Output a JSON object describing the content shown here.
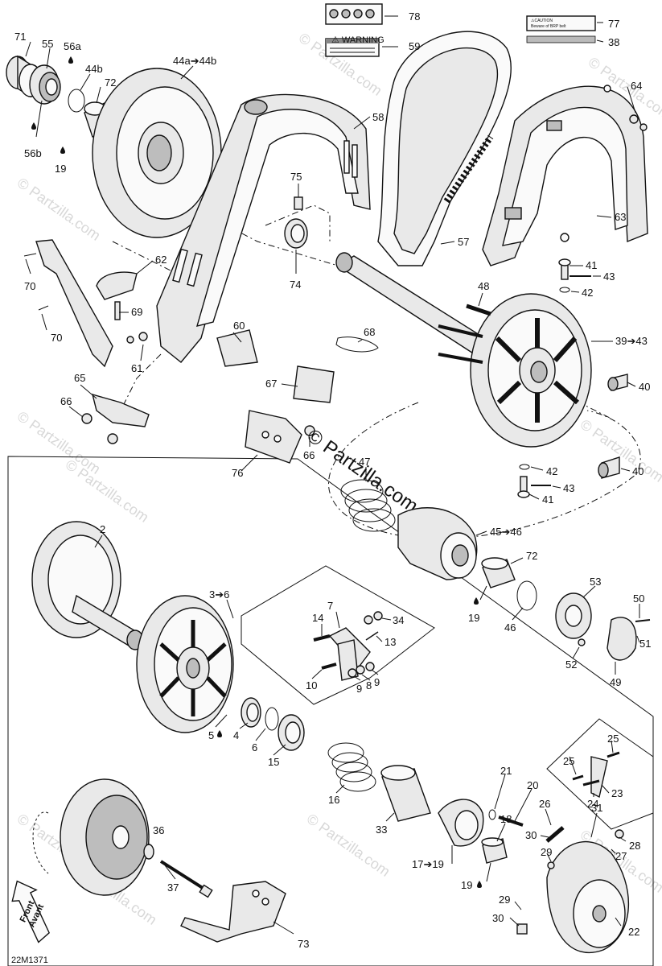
{
  "diagram": {
    "code": "22M1371",
    "watermark_main": "© Partzilla.com",
    "watermark_small": "© Partzilla.com",
    "front_arrow": {
      "line1": "Front",
      "line2": "Avant"
    },
    "decal_text": {
      "warning_title": "⚠ WARNING",
      "caution_title": "⚠CAUTION",
      "caution_sub": "Beware of BRP belt"
    },
    "callouts": [
      {
        "id": "c71",
        "label": "71"
      },
      {
        "id": "c55",
        "label": "55"
      },
      {
        "id": "c56a",
        "label": "56a"
      },
      {
        "id": "c44b",
        "label": "44b"
      },
      {
        "id": "c72a",
        "label": "72"
      },
      {
        "id": "c56b",
        "label": "56b"
      },
      {
        "id": "c19a",
        "label": "19"
      },
      {
        "id": "c44",
        "label": "44a➔44b"
      },
      {
        "id": "c78",
        "label": "78"
      },
      {
        "id": "c59",
        "label": "59"
      },
      {
        "id": "c77",
        "label": "77"
      },
      {
        "id": "c38",
        "label": "38"
      },
      {
        "id": "c64",
        "label": "64"
      },
      {
        "id": "c58",
        "label": "58"
      },
      {
        "id": "c75",
        "label": "75"
      },
      {
        "id": "c63",
        "label": "63"
      },
      {
        "id": "c57",
        "label": "57"
      },
      {
        "id": "c62",
        "label": "62"
      },
      {
        "id": "c70a",
        "label": "70"
      },
      {
        "id": "c70b",
        "label": "70"
      },
      {
        "id": "c69",
        "label": "69"
      },
      {
        "id": "c74",
        "label": "74"
      },
      {
        "id": "c41a",
        "label": "41"
      },
      {
        "id": "c43a",
        "label": "43"
      },
      {
        "id": "c42a",
        "label": "42"
      },
      {
        "id": "c48",
        "label": "48"
      },
      {
        "id": "c60",
        "label": "60"
      },
      {
        "id": "c61",
        "label": "61"
      },
      {
        "id": "c68",
        "label": "68"
      },
      {
        "id": "c39",
        "label": "39➔43"
      },
      {
        "id": "c40a",
        "label": "40"
      },
      {
        "id": "c65",
        "label": "65"
      },
      {
        "id": "c67",
        "label": "67"
      },
      {
        "id": "c66a",
        "label": "66"
      },
      {
        "id": "c66b",
        "label": "66"
      },
      {
        "id": "c76",
        "label": "76"
      },
      {
        "id": "c47",
        "label": "47"
      },
      {
        "id": "c42b",
        "label": "42"
      },
      {
        "id": "c40b",
        "label": "40"
      },
      {
        "id": "c43b",
        "label": "43"
      },
      {
        "id": "c41b",
        "label": "41"
      },
      {
        "id": "c2",
        "label": "2"
      },
      {
        "id": "c45",
        "label": "45➔46"
      },
      {
        "id": "c72b",
        "label": "72"
      },
      {
        "id": "c19b",
        "label": "19"
      },
      {
        "id": "c46",
        "label": "46"
      },
      {
        "id": "c53",
        "label": "53"
      },
      {
        "id": "c36a",
        "label": "3➔6"
      },
      {
        "id": "c7",
        "label": "7"
      },
      {
        "id": "c34",
        "label": "34"
      },
      {
        "id": "c14",
        "label": "14"
      },
      {
        "id": "c13",
        "label": "13"
      },
      {
        "id": "c50",
        "label": "50"
      },
      {
        "id": "c51",
        "label": "51"
      },
      {
        "id": "c52",
        "label": "52"
      },
      {
        "id": "c49",
        "label": "49"
      },
      {
        "id": "c10",
        "label": "10"
      },
      {
        "id": "c9a",
        "label": "9"
      },
      {
        "id": "c8",
        "label": "8"
      },
      {
        "id": "c9b",
        "label": "9"
      },
      {
        "id": "c5",
        "label": "5"
      },
      {
        "id": "c4",
        "label": "4"
      },
      {
        "id": "c6",
        "label": "6"
      },
      {
        "id": "c15",
        "label": "15"
      },
      {
        "id": "c16",
        "label": "16"
      },
      {
        "id": "c25a",
        "label": "25"
      },
      {
        "id": "c25b",
        "label": "25"
      },
      {
        "id": "c23",
        "label": "23"
      },
      {
        "id": "c24",
        "label": "24"
      },
      {
        "id": "c21",
        "label": "21"
      },
      {
        "id": "c20",
        "label": "20"
      },
      {
        "id": "c26",
        "label": "26"
      },
      {
        "id": "c31",
        "label": "31"
      },
      {
        "id": "c36",
        "label": "36"
      },
      {
        "id": "c33",
        "label": "33"
      },
      {
        "id": "c18",
        "label": "18"
      },
      {
        "id": "c30a",
        "label": "30"
      },
      {
        "id": "c28",
        "label": "28"
      },
      {
        "id": "c29a",
        "label": "29"
      },
      {
        "id": "c27",
        "label": "27"
      },
      {
        "id": "c37",
        "label": "37"
      },
      {
        "id": "c17",
        "label": "17➔19"
      },
      {
        "id": "c19c",
        "label": "19"
      },
      {
        "id": "c29b",
        "label": "29"
      },
      {
        "id": "c30b",
        "label": "30"
      },
      {
        "id": "c22",
        "label": "22"
      },
      {
        "id": "c73",
        "label": "73"
      }
    ]
  }
}
